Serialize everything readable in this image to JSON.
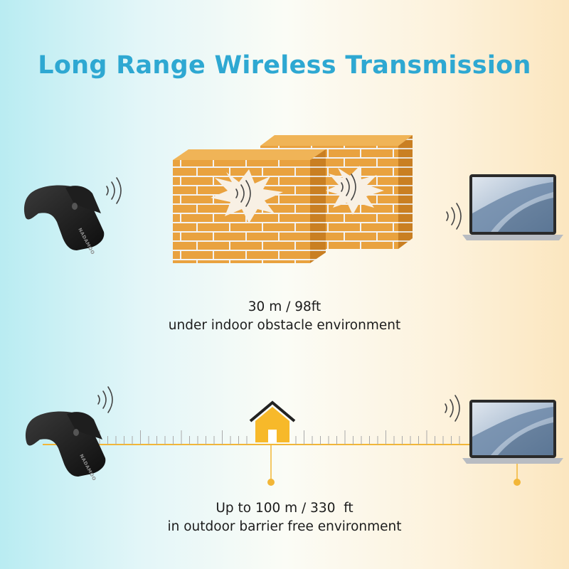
{
  "title": "Long Range Wireless Transmission",
  "scanner_brand": "NADAMOO",
  "indoor": {
    "distance": "30 m / 98ft",
    "environment": "under indoor obstacle environment"
  },
  "outdoor": {
    "distance": "Up to 100 m / 330  ft",
    "environment": "in outdoor barrier free environment"
  },
  "colors": {
    "title": "#2ea8d2",
    "brick": "#e9a23f",
    "house": "#f7b92a",
    "scale_line": "#f2b637",
    "mortar": "#f3f3f3"
  },
  "icons": [
    "barcode-scanner-icon",
    "wifi-signal-icon",
    "brick-wall-icon",
    "laptop-icon",
    "house-icon"
  ]
}
